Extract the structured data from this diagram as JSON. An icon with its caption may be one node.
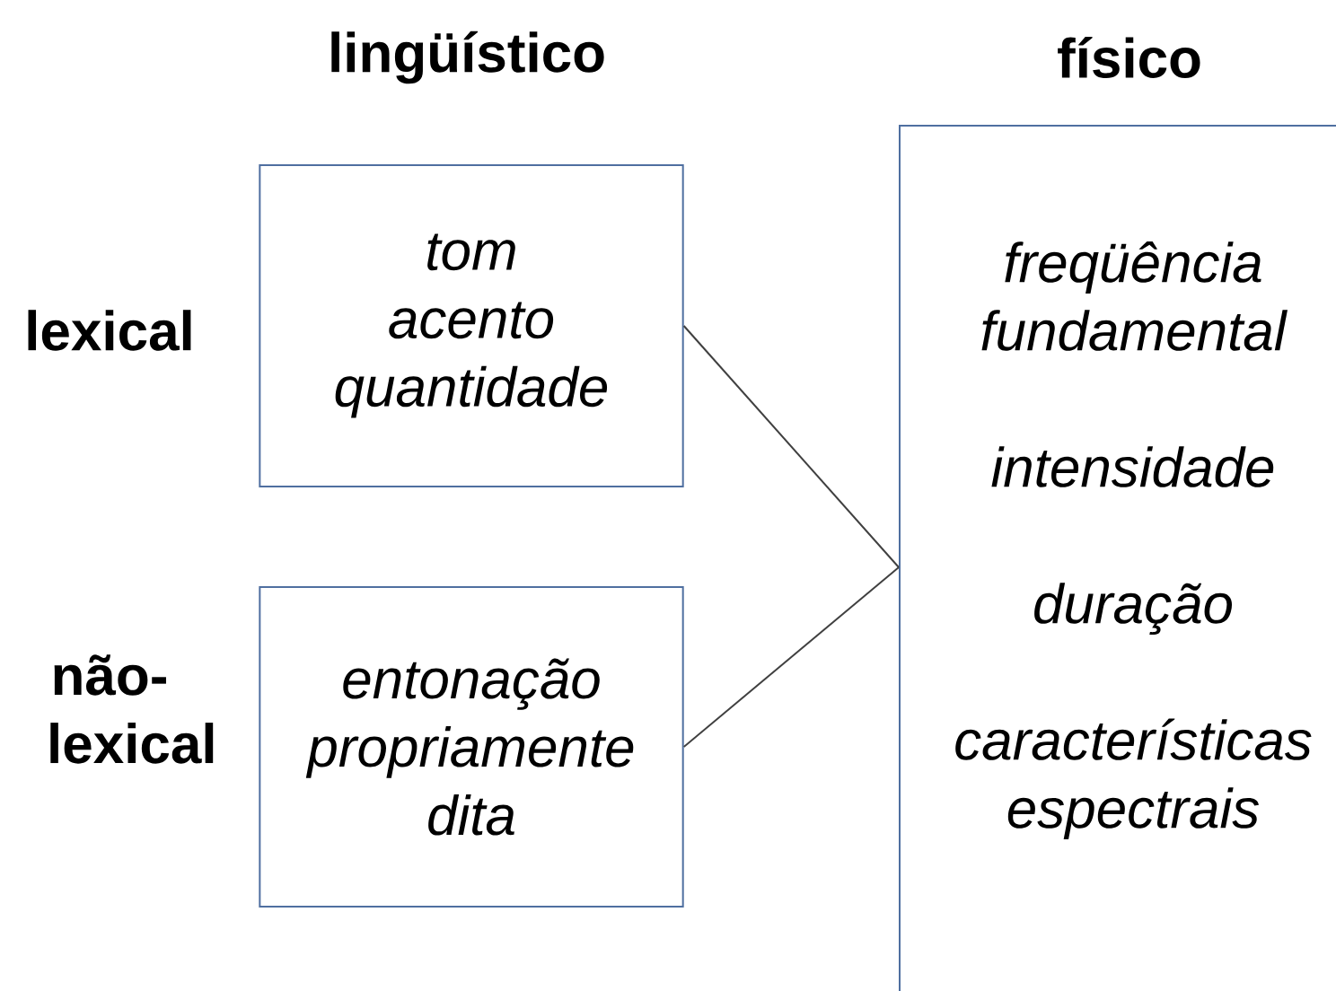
{
  "diagram": {
    "nodes": [
      {
        "text": [
          "tom",
          "acento",
          "quantidade"
        ]
      },
      {
        "text": [
          "entonação propriamente dita"
        ]
      },
      {
        "text": [
          "freqüência fundamental",
          "intensidade",
          "duração",
          "características espectrais"
        ]
      }
    ],
    "edges": [
      {
        "from": 0,
        "to": 2,
        "arrow": "none"
      },
      {
        "from": 1,
        "to": 2,
        "arrow": "none"
      }
    ],
    "labels": [
      "lingüístico",
      "físico",
      "lexical",
      "não-lexical"
    ]
  }
}
